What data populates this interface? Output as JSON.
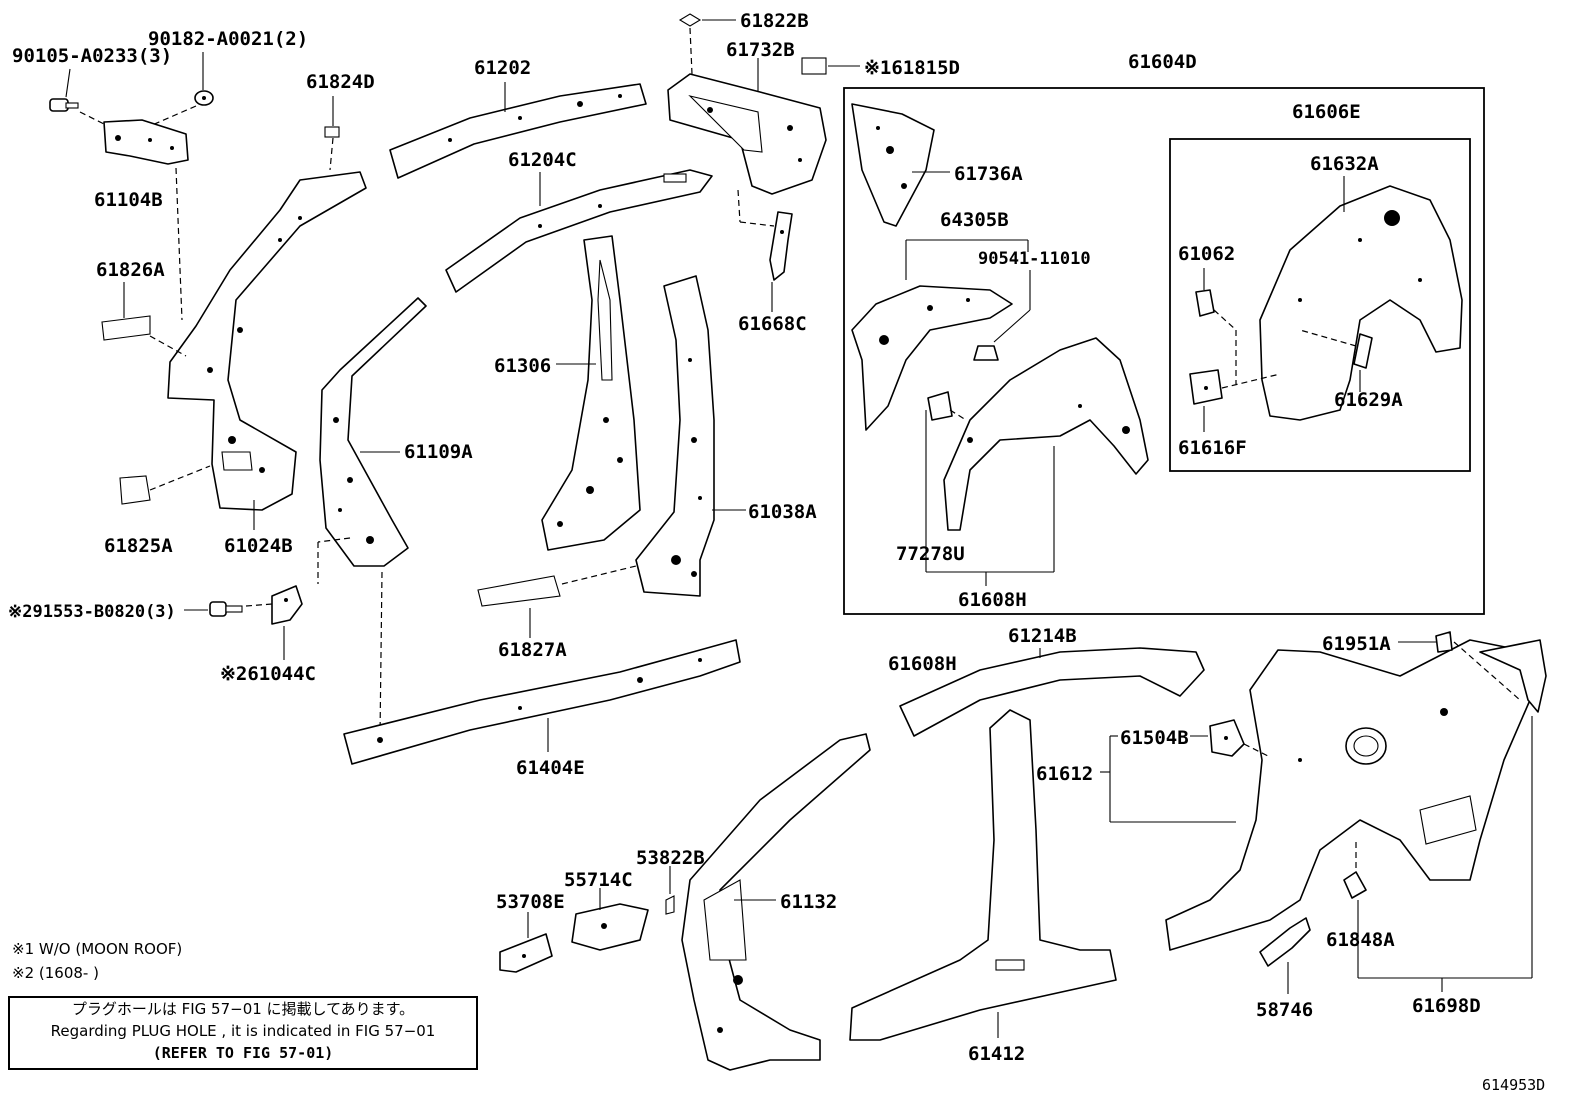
{
  "labels": {
    "p90105": "90105-A0233(3)",
    "p90182": "90182-A0021(2)",
    "p61824D": "61824D",
    "p61202": "61202",
    "p61822B": "61822B",
    "p61732B": "61732B",
    "p61815D": "※161815D",
    "p61604D": "61604D",
    "p61104B": "61104B",
    "p61204C": "61204C",
    "p61826A": "61826A",
    "p61736A": "61736A",
    "p61606E": "61606E",
    "p61632A": "61632A",
    "p64305B": "64305B",
    "p90541": "90541-11010",
    "p61062": "61062",
    "p61668C": "61668C",
    "p61306": "61306",
    "p61109A": "61109A",
    "p61629A": "61629A",
    "p61616F": "61616F",
    "p61038A": "61038A",
    "p61825A": "61825A",
    "p61024B": "61024B",
    "p77278U": "77278U",
    "p61608H_top": "61608H",
    "p91553": "※291553-B0820(3)",
    "p61044C": "※261044C",
    "p61827A": "61827A",
    "p61214B": "61214B",
    "p61951A": "61951A",
    "p61608H_low": "61608H",
    "p61404E": "61404E",
    "p61504B": "61504B",
    "p61612": "61612",
    "p53822B": "53822B",
    "p55714C": "55714C",
    "p53708E": "53708E",
    "p61132": "61132",
    "p61848A": "61848A",
    "p58746": "58746",
    "p61698D": "61698D",
    "p61412": "61412"
  },
  "footnotes": {
    "note1": "※1 W/O (MOON ROOF)",
    "note2": "※2 (1608-        )"
  },
  "legend": {
    "line_jp": "プラグホールは FIG 57−01 に掲載してあります。",
    "line_en": "Regarding  PLUG HOLE , it is indicated in FIG  57−01",
    "line_ref": "(REFER TO FIG 57-01)"
  },
  "figure_code": "614953D"
}
